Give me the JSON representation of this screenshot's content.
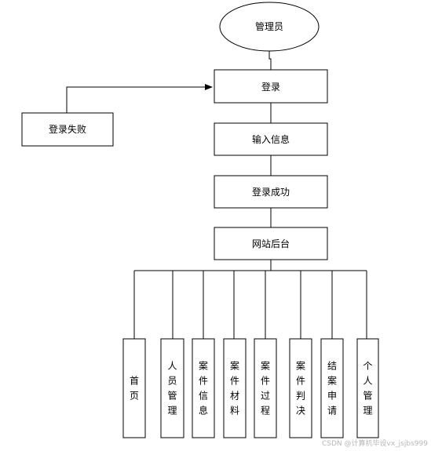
{
  "nodes": {
    "admin": "管理员",
    "login": "登录",
    "login_failed": "登录失败",
    "input_info": "输入信息",
    "login_success": "登录成功",
    "backend": "网站后台"
  },
  "modules": [
    "首页",
    "人员管理",
    "案件信息",
    "案件材料",
    "案件过程",
    "案件判决",
    "结案申请",
    "个人管理"
  ],
  "watermark": "CSDN @计算机毕设vx_jsjbs999"
}
